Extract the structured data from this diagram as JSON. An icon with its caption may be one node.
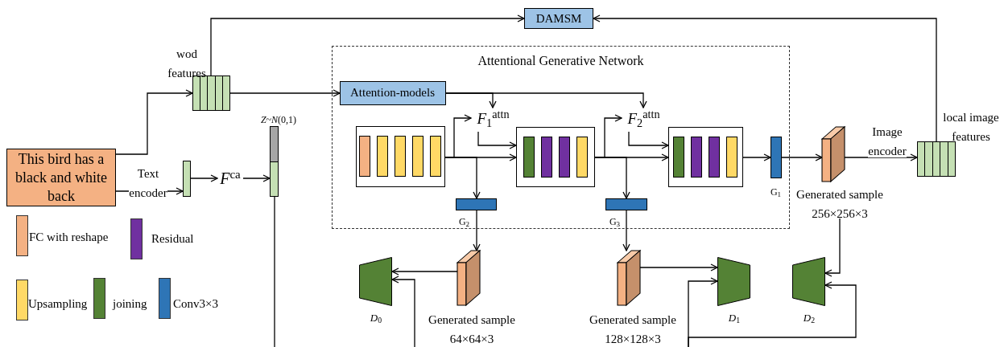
{
  "diagram": {
    "nodes": [
      {
        "text": [
          "DAMSM"
        ]
      },
      {
        "text": [],
        "shape": "box",
        "beside": [
          "wod features"
        ]
      },
      {
        "text": [
          "This bird has a black and white back"
        ]
      },
      {
        "text": [],
        "shape": "bar"
      },
      {
        "text": [
          "*F*$^{ca}$"
        ]
      },
      {
        "text": [],
        "shape": "bar",
        "beside": [
          "*Z*~*N*(0,1)"
        ]
      },
      {
        "text": [
          "Attentional Generative Network"
        ]
      },
      {
        "text": [
          "Attention-models"
        ],
        "in": 6
      },
      {
        "text": [
          "*F*$_{1}$$^{attn}$"
        ],
        "in": 6
      },
      {
        "text": [],
        "shape": "box",
        "in": 6
      },
      {
        "text": [
          "*F*$_{2}$$^{attn}$"
        ],
        "in": 6
      },
      {
        "text": [],
        "shape": "box",
        "in": 6
      },
      {
        "text": [],
        "shape": "box",
        "in": 6
      },
      {
        "text": [],
        "shape": "bar",
        "in": 6,
        "beside": [
          "G$_{1}$"
        ]
      },
      {
        "text": [],
        "shape": "bar",
        "in": 6,
        "beside": [
          "G$_{2}$"
        ]
      },
      {
        "text": [],
        "shape": "bar",
        "in": 6,
        "beside": [
          "G$_{3}$"
        ]
      },
      {
        "text": [],
        "shape": "cube",
        "beside": [
          "Generated sample 256×256×3"
        ]
      },
      {
        "text": [],
        "shape": "box",
        "beside": [
          "local image features"
        ]
      },
      {
        "text": [],
        "shape": "cube",
        "beside": [
          "Generated sample 64×64×3"
        ]
      },
      {
        "text": [],
        "shape": "trapezoid",
        "beside": [
          "*D*$_{0}$"
        ]
      },
      {
        "text": [],
        "shape": "cube",
        "beside": [
          "Generated sample 128×128×3"
        ]
      },
      {
        "text": [],
        "shape": "trapezoid",
        "beside": [
          "*D*$_{1}$"
        ]
      },
      {
        "text": [],
        "shape": "trapezoid",
        "beside": [
          "*D*$_{2}$"
        ]
      }
    ],
    "edges": [
      {
        "from": 1,
        "to": 0,
        "arrow": "to"
      },
      {
        "from": 17,
        "to": 0,
        "arrow": "to"
      },
      {
        "from": 2,
        "to": 3,
        "arrow": "to",
        "label": "Text encoder"
      },
      {
        "from": 2,
        "to": 1,
        "arrow": "to"
      },
      {
        "from": 3,
        "to": 4,
        "arrow": "to"
      },
      {
        "from": 4,
        "to": 5,
        "arrow": "to"
      },
      {
        "from": 1,
        "to": 7,
        "arrow": "to"
      },
      {
        "from": 7,
        "to": 8,
        "arrow": "to"
      },
      {
        "from": 7,
        "to": 10,
        "arrow": "to"
      },
      {
        "from": 9,
        "to": 8,
        "arrow": "to"
      },
      {
        "from": 8,
        "to": 11,
        "arrow": "to"
      },
      {
        "from": 9,
        "to": 11,
        "arrow": "to"
      },
      {
        "from": 9,
        "to": 14,
        "arrow": "to"
      },
      {
        "from": 11,
        "to": 10,
        "arrow": "to"
      },
      {
        "from": 10,
        "to": 12,
        "arrow": "to"
      },
      {
        "from": 11,
        "to": 12,
        "arrow": "to"
      },
      {
        "from": 11,
        "to": 15,
        "arrow": "to"
      },
      {
        "from": 12,
        "to": 13,
        "arrow": "to"
      },
      {
        "from": 13,
        "to": 16,
        "arrow": "to"
      },
      {
        "from": 16,
        "to": 17,
        "arrow": "to",
        "label": "Image encoder"
      },
      {
        "from": 14,
        "to": 18,
        "arrow": "to"
      },
      {
        "from": 15,
        "to": 20,
        "arrow": "to"
      },
      {
        "from": 18,
        "to": 19,
        "arrow": "to"
      },
      {
        "from": 20,
        "to": 21,
        "arrow": "to"
      },
      {
        "from": 16,
        "to": 22,
        "arrow": "to"
      },
      {
        "from": 5,
        "to": null,
        "arrow": "none"
      },
      {
        "from": null,
        "to": 19,
        "arrow": "to"
      },
      {
        "from": null,
        "to": 21,
        "arrow": "to"
      },
      {
        "from": null,
        "to": 22,
        "arrow": "to"
      }
    ],
    "legend": [
      {
        "text": "FC with reshape",
        "color": "#f4b183"
      },
      {
        "text": "Residual",
        "color": "#7030a0"
      },
      {
        "text": "Upsampling",
        "color": "#ffd966"
      },
      {
        "text": "joining",
        "color": "#548235"
      },
      {
        "text": "Conv3×3",
        "color": "#2e75b6"
      }
    ]
  }
}
